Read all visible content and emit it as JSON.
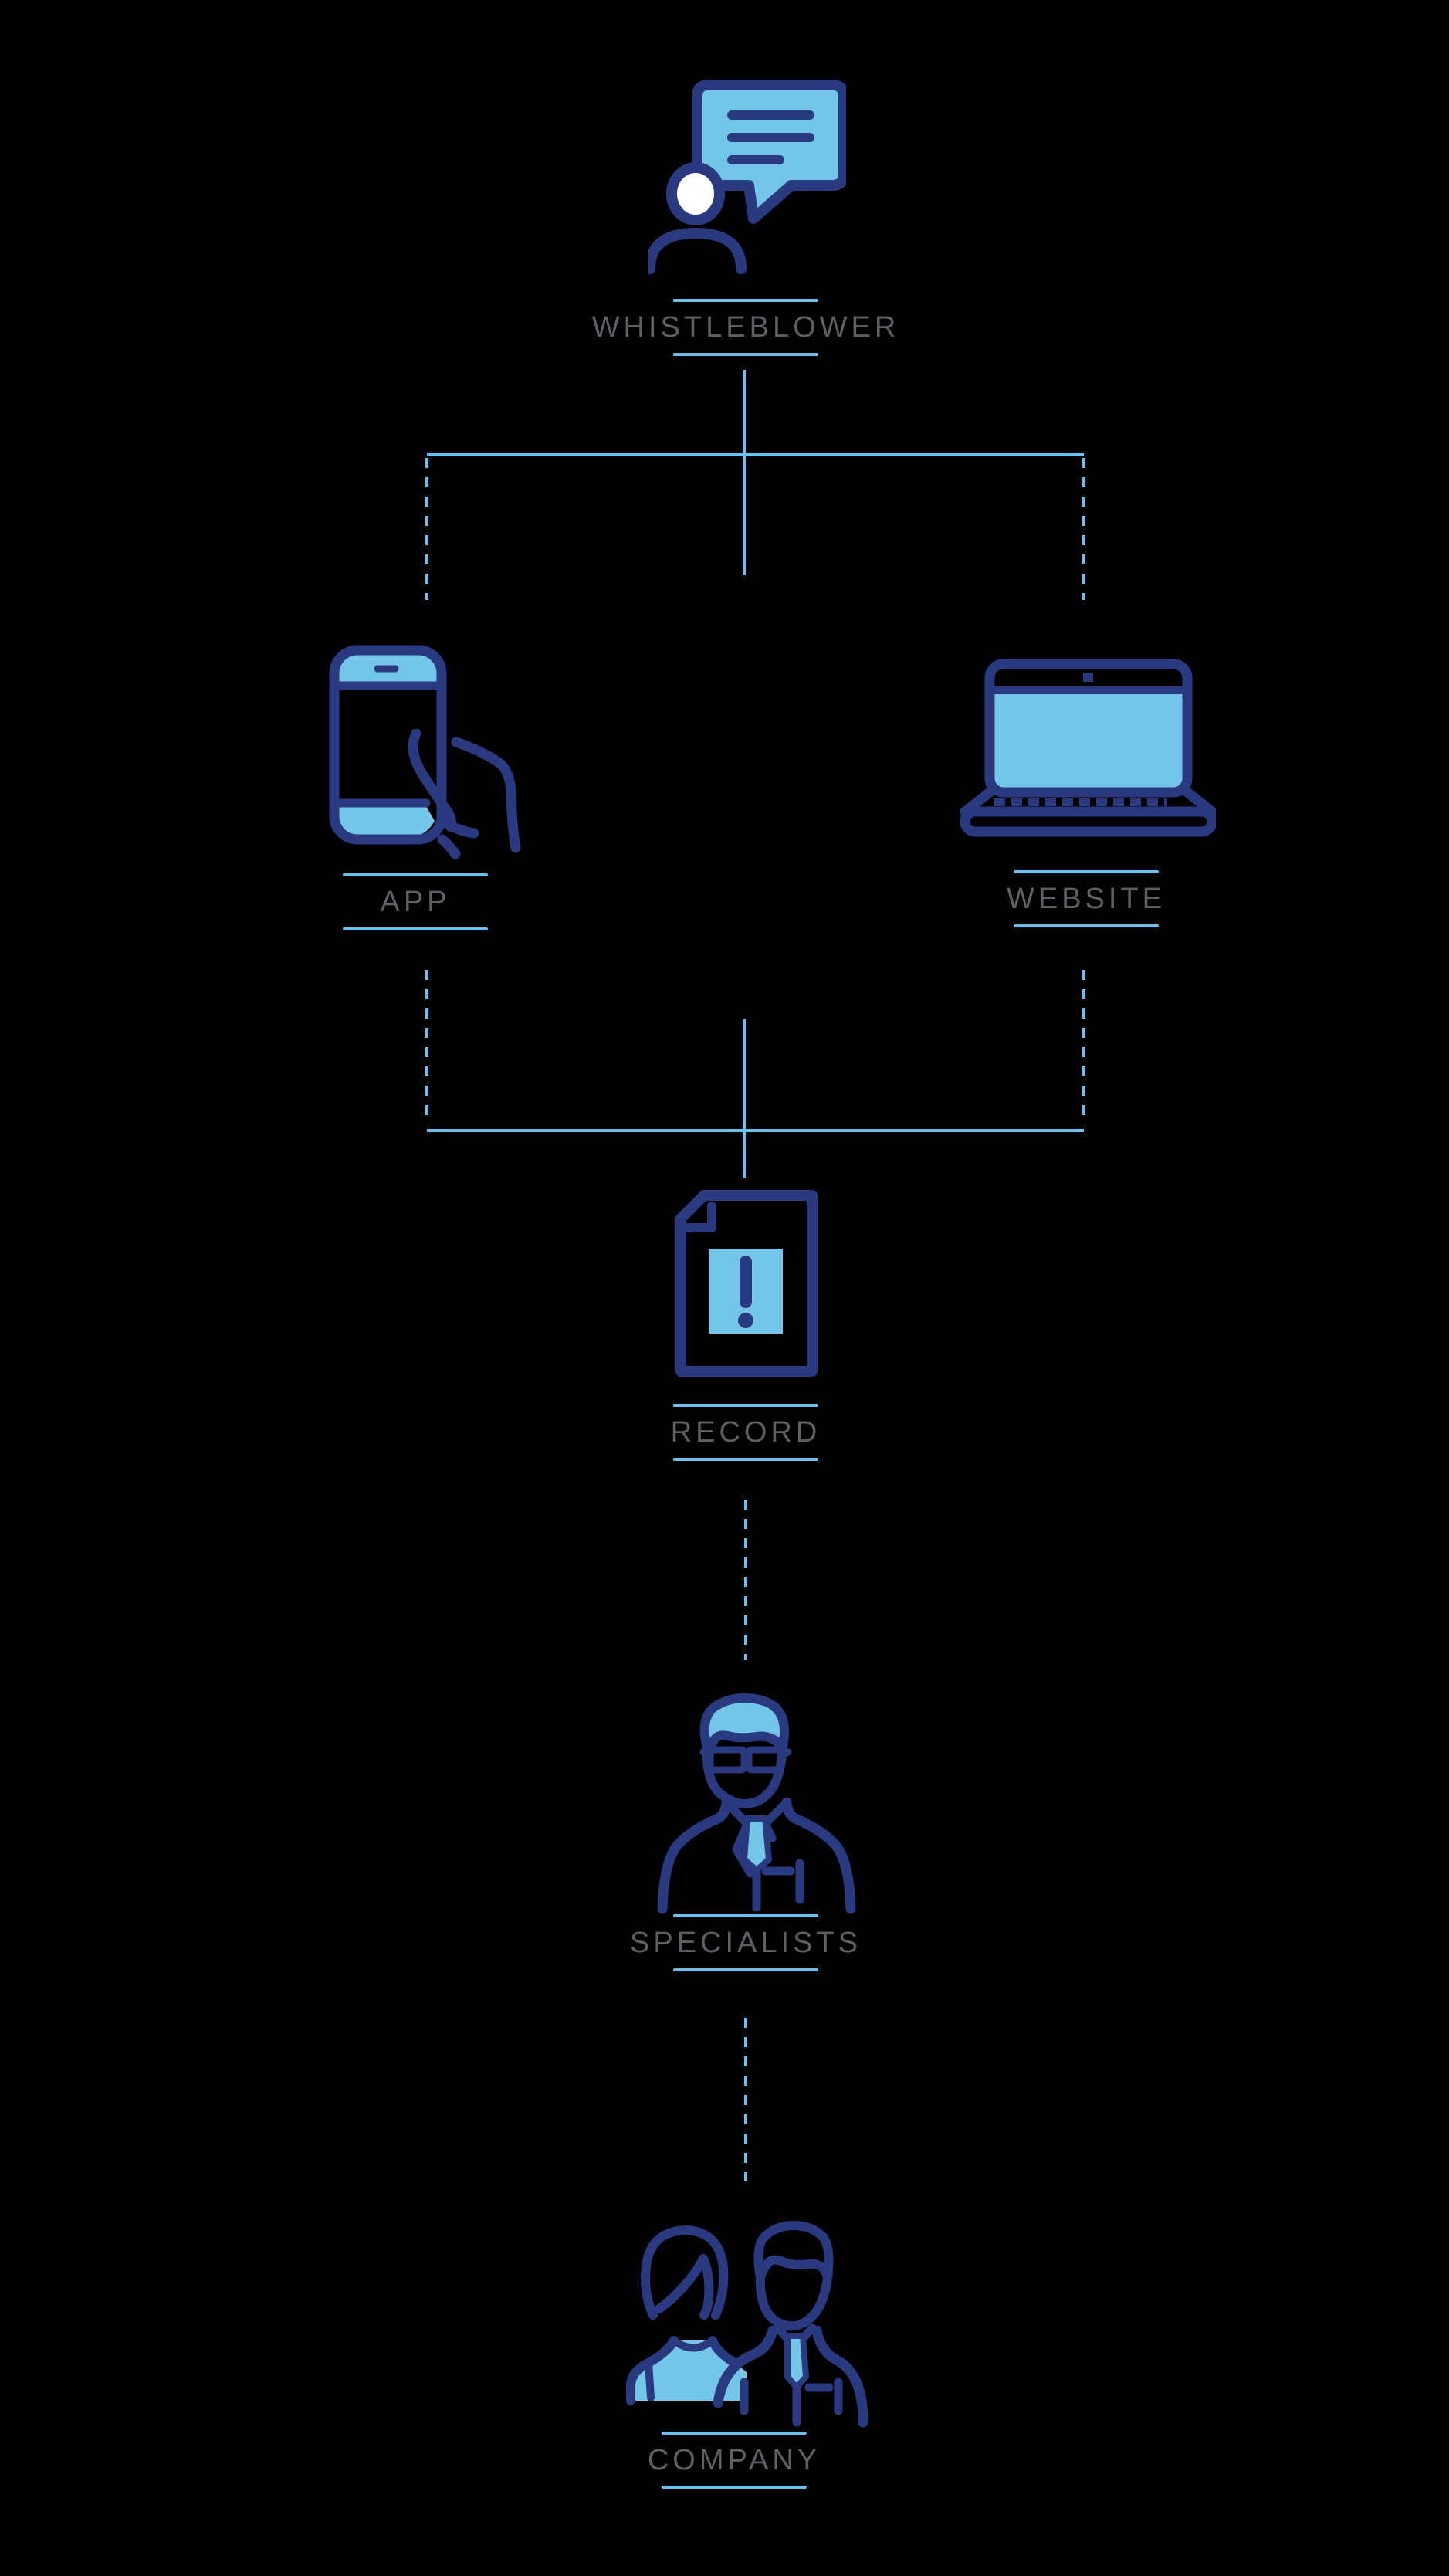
{
  "diagram_type": "flowchart",
  "colors": {
    "background": "#000000",
    "light-blue": "#74c6e9",
    "line-blue": "#6ac2ec",
    "navy": "#2a3a80",
    "label-gray": "#5d6064",
    "white": "#ffffff"
  },
  "nodes": [
    {
      "id": "whistleblower",
      "label": "WHISTLEBLOWER",
      "icon": "person-with-speech-bubble-icon"
    },
    {
      "id": "app",
      "label": "APP",
      "icon": "hand-holding-phone-icon"
    },
    {
      "id": "website",
      "label": "WEBSITE",
      "icon": "laptop-icon"
    },
    {
      "id": "record",
      "label": "RECORD",
      "icon": "document-alert-icon"
    },
    {
      "id": "specialists",
      "label": "SPECIALISTS",
      "icon": "specialist-man-icon"
    },
    {
      "id": "company",
      "label": "COMPANY",
      "icon": "two-people-icon"
    }
  ],
  "connections": [
    {
      "from": "whistleblower",
      "to": "app",
      "style": "solid-branch-to-dashed"
    },
    {
      "from": "whistleblower",
      "to": "website",
      "style": "solid-branch-to-dashed"
    },
    {
      "from": "app",
      "to": "record",
      "style": "dashed-merge-to-solid"
    },
    {
      "from": "website",
      "to": "record",
      "style": "dashed-merge-to-solid"
    },
    {
      "from": "record",
      "to": "specialists",
      "style": "dashed"
    },
    {
      "from": "specialists",
      "to": "company",
      "style": "dashed"
    }
  ]
}
